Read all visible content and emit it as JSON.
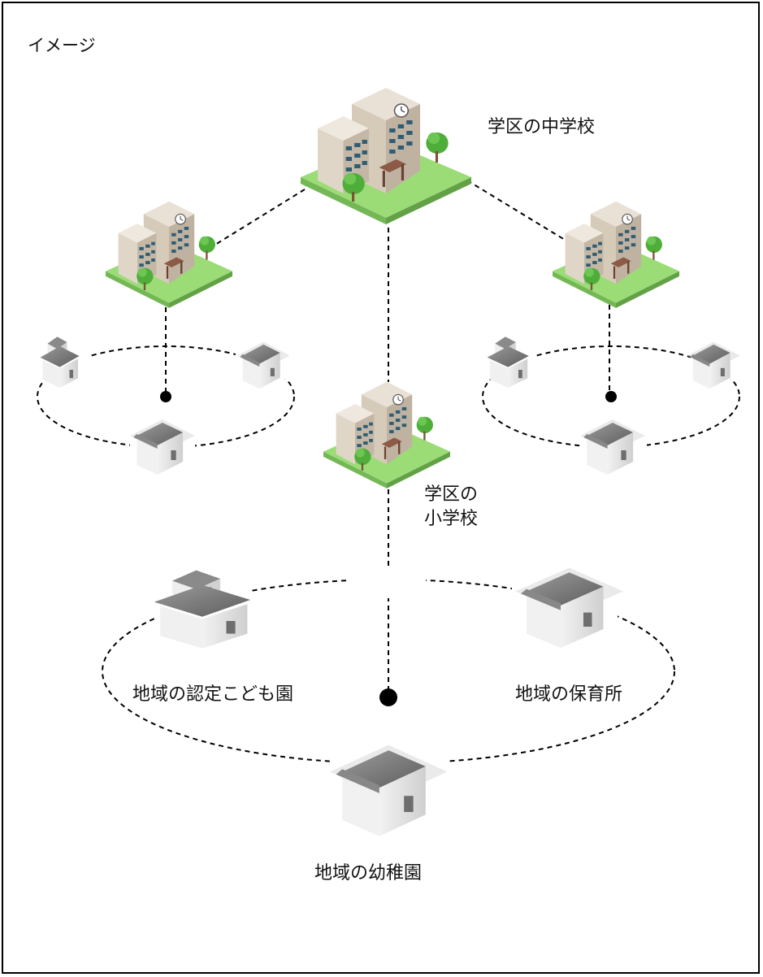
{
  "heading": "イメージ",
  "nodes": {
    "middle_school": "学区の中学校",
    "elementary_school_line1": "学区の",
    "elementary_school_line2": "小学校",
    "certified_childcare": "地域の認定こども園",
    "nursery": "地域の保育所",
    "kindergarten": "地域の幼稚園"
  },
  "colors": {
    "building_wall": "#d8cfc3",
    "building_shadow": "#b8ab9b",
    "window": "#2f5d73",
    "grass": "#8fd36a",
    "tree": "#4fae3a",
    "house_roof": "#7d7d7d",
    "house_wall": "#e4e4e4",
    "line": "#000000"
  }
}
